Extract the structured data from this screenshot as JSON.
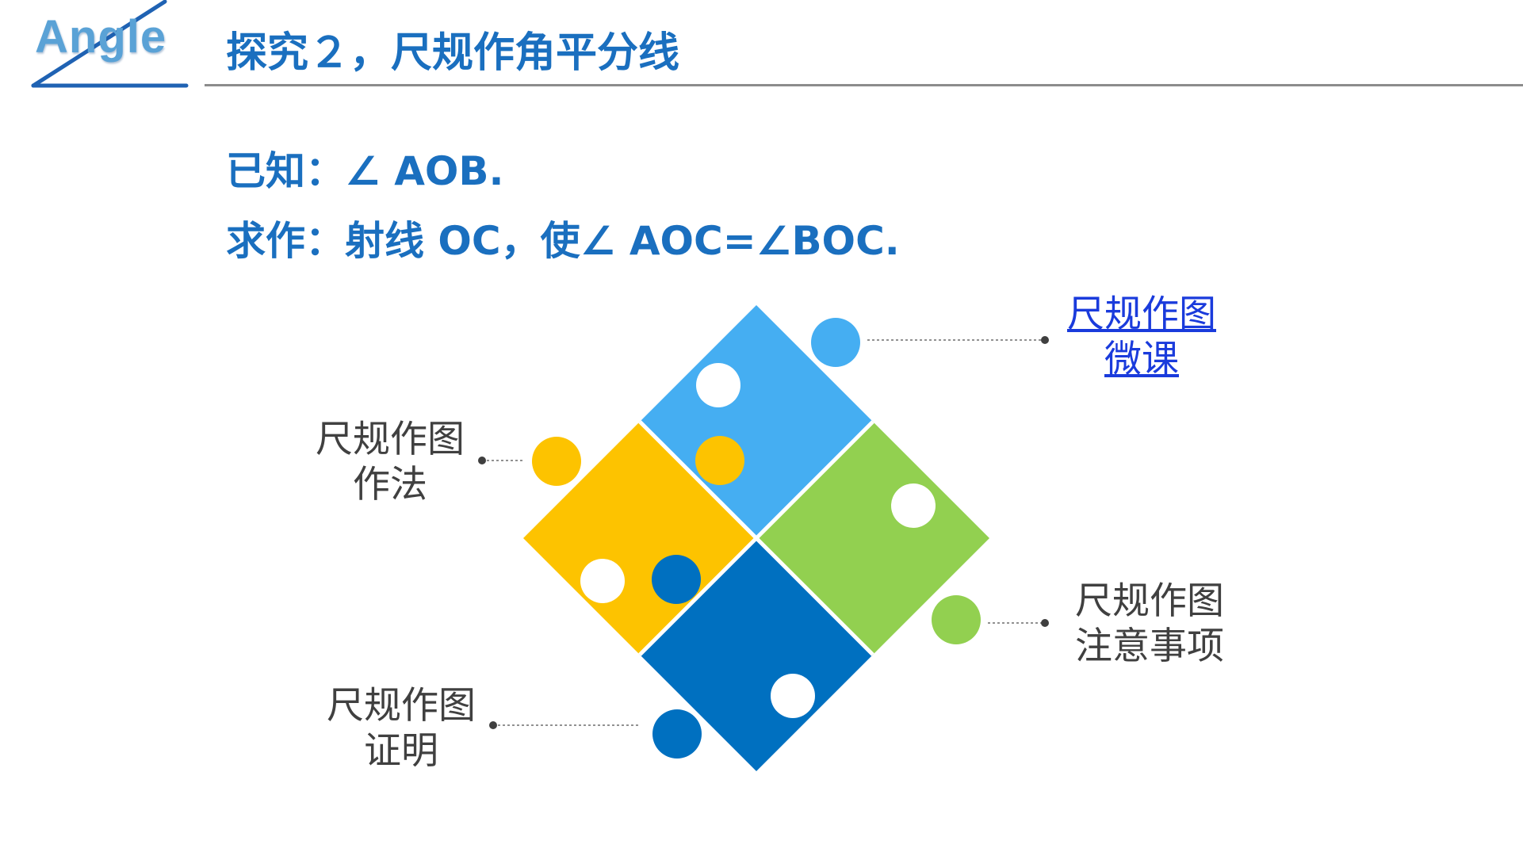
{
  "logo": {
    "text": "Angle",
    "color": "#5aa2d6"
  },
  "title": "探究２，尺规作角平分线",
  "given": "已知：∠ AOB.",
  "task": "求作：射线 OC，使∠ AOC=∠BOC.",
  "colors": {
    "title": "#1a6fbf",
    "rule": "#8c8c8c",
    "piece_top": "#45aef2",
    "piece_left": "#fdc300",
    "piece_right": "#92d050",
    "piece_bottom": "#0070c0",
    "link": "#1a3bdc",
    "label": "#404040"
  },
  "labels": {
    "micro_lesson": {
      "line1": "尺规作图",
      "line2": "微课"
    },
    "method": {
      "line1": "尺规作图",
      "line2": "作法"
    },
    "notes": {
      "line1": "尺规作图",
      "line2": "注意事项"
    },
    "proof": {
      "line1": "尺规作图",
      "line2": "证明"
    }
  }
}
